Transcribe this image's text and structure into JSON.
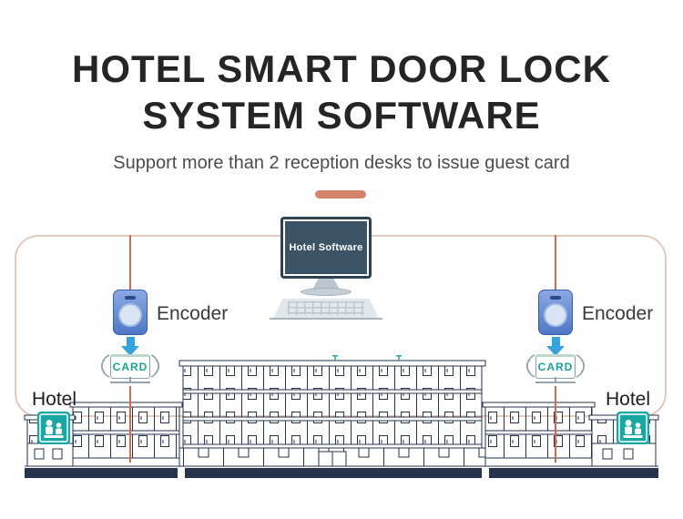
{
  "header": {
    "title_line1": "HOTEL SMART DOOR LOCK",
    "title_line2": "SYSTEM SOFTWARE",
    "subtitle": "Support more than 2 reception desks to issue guest card"
  },
  "monitor": {
    "screen_label": "Hotel Software"
  },
  "encoders": {
    "left": {
      "label": "Encoder"
    },
    "right": {
      "label": "Encoder"
    }
  },
  "cards": {
    "left": {
      "label": "CARD"
    },
    "right": {
      "label": "CARD"
    }
  },
  "hotels": {
    "left": {
      "label": "Hotel"
    },
    "right": {
      "label": "Hotel"
    }
  },
  "icons": {
    "left_hotel_icon": "reception-icon",
    "right_hotel_icon": "reception-icon",
    "card_signal_icon": "wireless-signal-icon"
  },
  "colors": {
    "accent_salmon": "#d5836a",
    "line_salmon": "#d5694f",
    "connector_line": "#e0cbbd",
    "accent_blue": "#35a3dc",
    "encoder_blue": "#4f77c6",
    "accent_teal": "#1fa9a5",
    "card_text_teal": "#17a398",
    "building_line": "#26334d",
    "title_text": "#252525",
    "subtitle_text": "#4c4c4c"
  }
}
